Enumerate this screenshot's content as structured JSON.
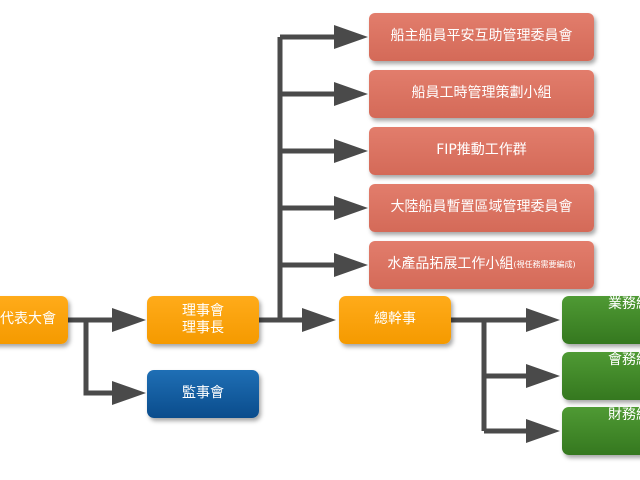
{
  "nodes": {
    "assembly": "代表大會",
    "board_line1": "理事會",
    "board_line2": "理事長",
    "supervisors": "監事會",
    "secretary": "總幹事",
    "committees": [
      {
        "label": "船主船員平安互助管理委員會",
        "note": ""
      },
      {
        "label": "船員工時管理策劃小組",
        "note": ""
      },
      {
        "label": "FIP推動工作群",
        "note": ""
      },
      {
        "label": "大陸船員暫置區域管理委員會",
        "note": ""
      },
      {
        "label": "水產品拓展工作小組",
        "note": "(視任務需要編成)"
      }
    ],
    "divisions": [
      "業務組",
      "會務組",
      "財務組"
    ]
  },
  "colors": {
    "orange": "#f7a30c",
    "blue": "#0f5a9e",
    "salmon": "#dc7462",
    "green": "#3f8a2a",
    "arrow": "#4a4a4a"
  }
}
